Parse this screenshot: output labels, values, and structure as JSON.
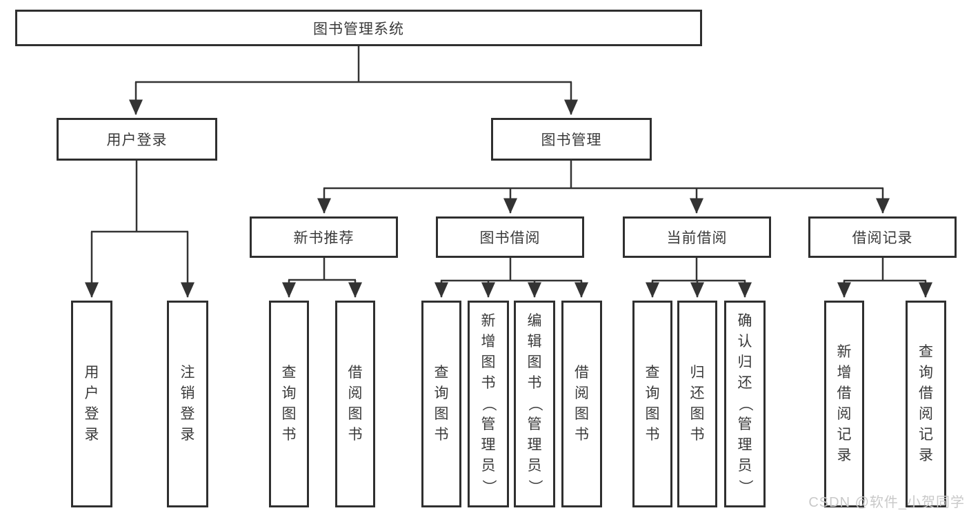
{
  "diagram": {
    "root": {
      "label": "图书管理系统"
    },
    "level2": [
      {
        "label": "用户登录"
      },
      {
        "label": "图书管理"
      }
    ],
    "level3": [
      {
        "label": "新书推荐"
      },
      {
        "label": "图书借阅"
      },
      {
        "label": "当前借阅"
      },
      {
        "label": "借阅记录"
      }
    ],
    "leaves": {
      "user_login": [
        "用户登录",
        "注销登录"
      ],
      "new_book_recommend": [
        "查询图书",
        "借阅图书"
      ],
      "book_borrow": [
        "查询图书",
        "新增图书（管理员）",
        "编辑图书（管理员）",
        "借阅图书"
      ],
      "current_borrow": [
        "查询图书",
        "归还图书",
        "确认归还（管理员）"
      ],
      "borrow_records": [
        "新增借阅记录",
        "查询借阅记录"
      ]
    }
  },
  "watermark": "CSDN @软件_小贺同学",
  "colors": {
    "border": "#2f2f2f",
    "text": "#3a3a3a",
    "connector": "#333333",
    "watermark": "#c9c9c9",
    "background": "#ffffff"
  }
}
